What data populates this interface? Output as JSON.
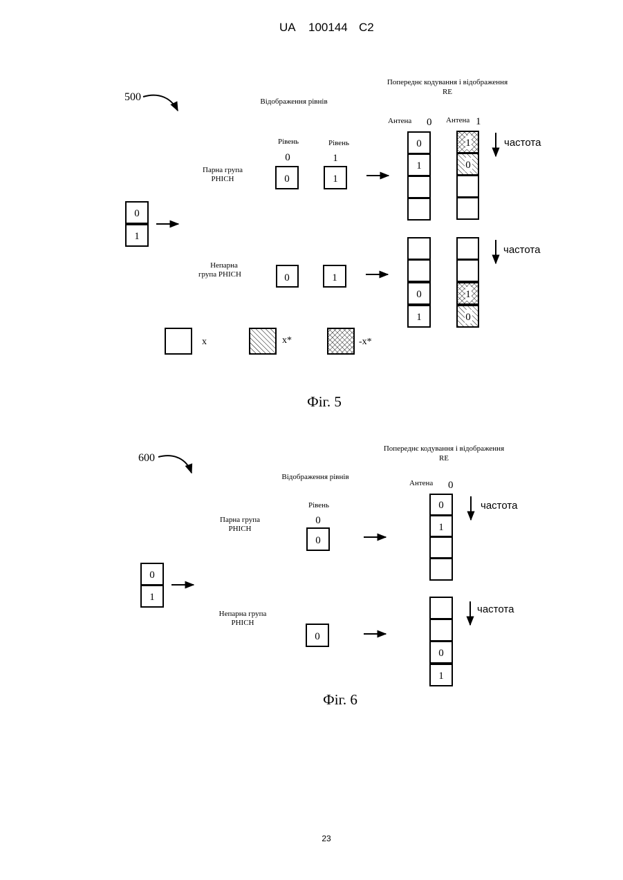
{
  "header": {
    "code": "UA",
    "number": "100144",
    "kind": "C2"
  },
  "page_number": "23",
  "fig5": {
    "ref": "500",
    "layer_mapping": "Відображення рівнів",
    "precoding_line1": "Попереднє кодування і відображення",
    "precoding_line2": "RE",
    "antenna0_label": "Антена",
    "antenna0_num": "0",
    "antenna1_label": "Антена",
    "antenna1_num": "1",
    "layer0_label": "Рівень",
    "layer0_num": "0",
    "layer1_label": "Рівень",
    "layer1_num": "1",
    "even_group_line1": "Парна група",
    "even_group_line2": "PHICH",
    "odd_group_line1": "Непарна",
    "odd_group_line2": "група PHICH",
    "frequency": "частота",
    "input_bits": [
      "0",
      "1"
    ],
    "even_layer_values": [
      "0",
      "1"
    ],
    "odd_layer_values": [
      "0",
      "1"
    ],
    "even_ant0_cells": [
      "0",
      "1",
      "",
      ""
    ],
    "even_ant1_cells": [
      "1",
      "0",
      "",
      ""
    ],
    "odd_ant0_cells": [
      "",
      "",
      "0",
      "1"
    ],
    "odd_ant1_cells": [
      "",
      "",
      "1",
      "0"
    ],
    "legend": {
      "plain": "x",
      "conj": "x*",
      "negconj": "-x*"
    },
    "caption": "Фіг. 5"
  },
  "fig6": {
    "ref": "600",
    "layer_mapping": "Відображення рівнів",
    "precoding_line1": "Попереднє кодування і відображення",
    "precoding_line2": "RE",
    "antenna0_label": "Антена",
    "antenna0_num": "0",
    "layer0_label": "Рівень",
    "layer0_num": "0",
    "even_group_line1": "Парна група",
    "even_group_line2": "PHICH",
    "odd_group_line1": "Непарна група",
    "odd_group_line2": "PHICH",
    "frequency": "частота",
    "input_bits": [
      "0",
      "1"
    ],
    "even_layer_value": "0",
    "odd_layer_value": "0",
    "even_ant0_cells": [
      "0",
      "1",
      "",
      ""
    ],
    "odd_ant0_cells": [
      "",
      "",
      "0",
      "1"
    ],
    "caption": "Фіг. 6"
  }
}
